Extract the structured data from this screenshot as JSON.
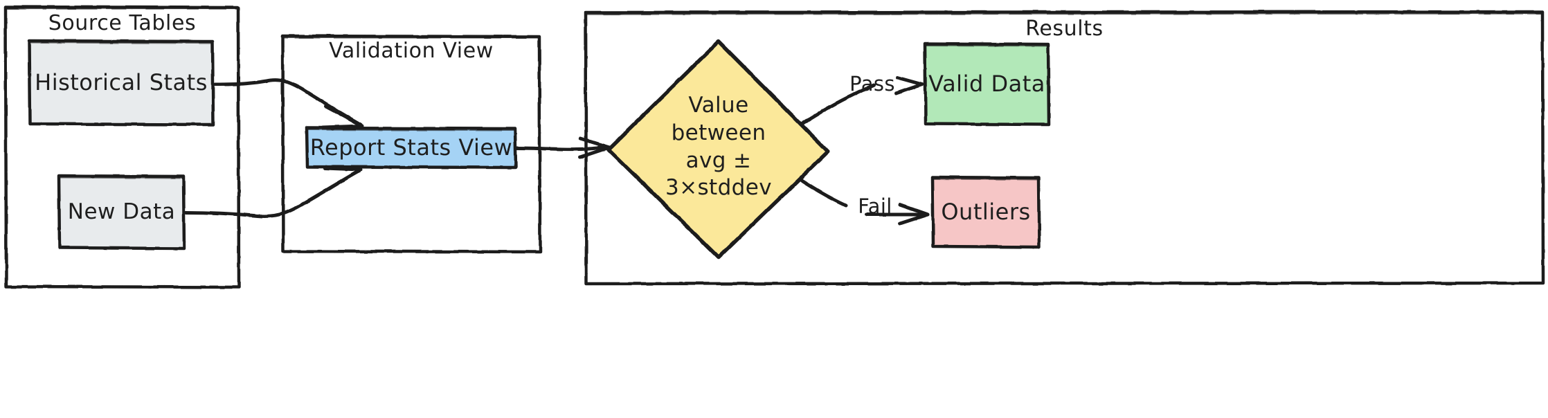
{
  "diagram": {
    "title_visible": false,
    "style": "hand-drawn flowchart",
    "colors": {
      "stroke": "#1e1e1e",
      "canvas": "#ffffff",
      "source_box_fill": "#e8ebed",
      "view_box_fill": "#a5d3f5",
      "decision_fill": "#fbe89a",
      "pass_fill": "#b2e8b8",
      "fail_fill": "#f6c6c6"
    },
    "groups": [
      {
        "id": "source-tables",
        "label": "Source Tables"
      },
      {
        "id": "validation-view",
        "label": "Validation View"
      },
      {
        "id": "results",
        "label": "Results"
      }
    ],
    "nodes": [
      {
        "id": "historical-stats",
        "label": "Historical Stats",
        "group": "source-tables",
        "shape": "rectangle",
        "fill": "#e8ebed"
      },
      {
        "id": "new-data",
        "label": "New Data",
        "group": "source-tables",
        "shape": "rectangle",
        "fill": "#e8ebed"
      },
      {
        "id": "report-stats-view",
        "label": "Report Stats View",
        "group": "validation-view",
        "shape": "rectangle",
        "fill": "#a5d3f5"
      },
      {
        "id": "value-check",
        "label": "Value\nbetween\navg ±\n3×stddev",
        "group": "results",
        "shape": "diamond",
        "fill": "#fbe89a"
      },
      {
        "id": "valid-data",
        "label": "Valid Data",
        "group": "results",
        "shape": "rectangle",
        "fill": "#b2e8b8"
      },
      {
        "id": "outliers",
        "label": "Outliers",
        "group": "results",
        "shape": "rectangle",
        "fill": "#f6c6c6"
      }
    ],
    "edges": [
      {
        "id": "edge-historical-to-view",
        "from": "historical-stats",
        "to": "report-stats-view",
        "label": ""
      },
      {
        "id": "edge-newdata-to-view",
        "from": "new-data",
        "to": "report-stats-view",
        "label": ""
      },
      {
        "id": "edge-view-to-check",
        "from": "report-stats-view",
        "to": "value-check",
        "label": ""
      },
      {
        "id": "edge-check-to-valid",
        "from": "value-check",
        "to": "valid-data",
        "label": "Pass"
      },
      {
        "id": "edge-check-to-outliers",
        "from": "value-check",
        "to": "outliers",
        "label": "Fail"
      }
    ]
  }
}
